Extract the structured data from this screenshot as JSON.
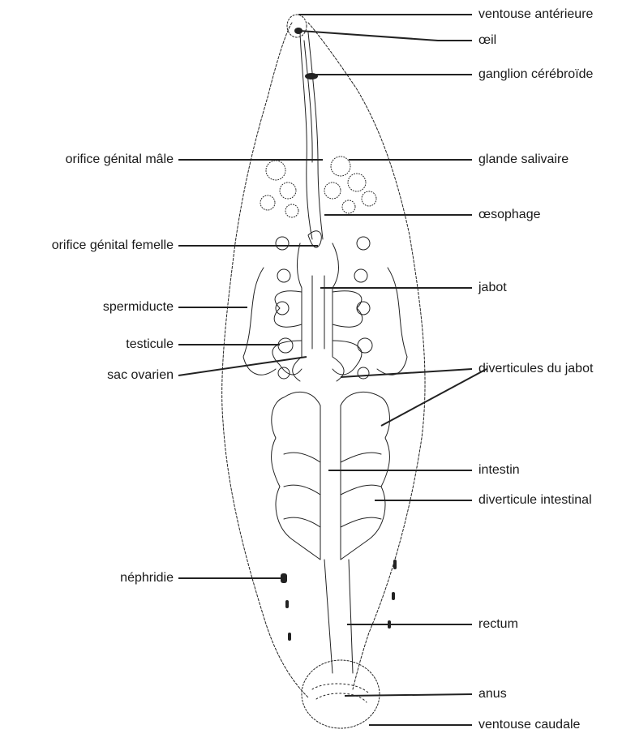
{
  "diagram": {
    "labels_right": [
      {
        "id": "ventouse-anterieure",
        "text": "ventouse antérieure"
      },
      {
        "id": "oeil",
        "text": "œil"
      },
      {
        "id": "ganglion-cerebroide",
        "text": "ganglion cérébroïde"
      },
      {
        "id": "glande-salivaire",
        "text": "glande salivaire"
      },
      {
        "id": "oesophage",
        "text": "œsophage"
      },
      {
        "id": "jabot",
        "text": "jabot"
      },
      {
        "id": "diverticules-du-jabot",
        "text": "diverticules du jabot"
      },
      {
        "id": "intestin",
        "text": "intestin"
      },
      {
        "id": "diverticule-intestinal",
        "text": "diverticule intestinal"
      },
      {
        "id": "rectum",
        "text": "rectum"
      },
      {
        "id": "anus",
        "text": "anus"
      },
      {
        "id": "ventouse-caudale",
        "text": "ventouse caudale"
      }
    ],
    "labels_left": [
      {
        "id": "orifice-genital-male",
        "text": "orifice génital mâle"
      },
      {
        "id": "orifice-genital-femelle",
        "text": "orifice génital femelle"
      },
      {
        "id": "spermiducte",
        "text": "spermiducte"
      },
      {
        "id": "testicule",
        "text": "testicule"
      },
      {
        "id": "sac-ovarien",
        "text": "sac ovarien"
      },
      {
        "id": "nephridie",
        "text": "néphridie"
      }
    ]
  }
}
